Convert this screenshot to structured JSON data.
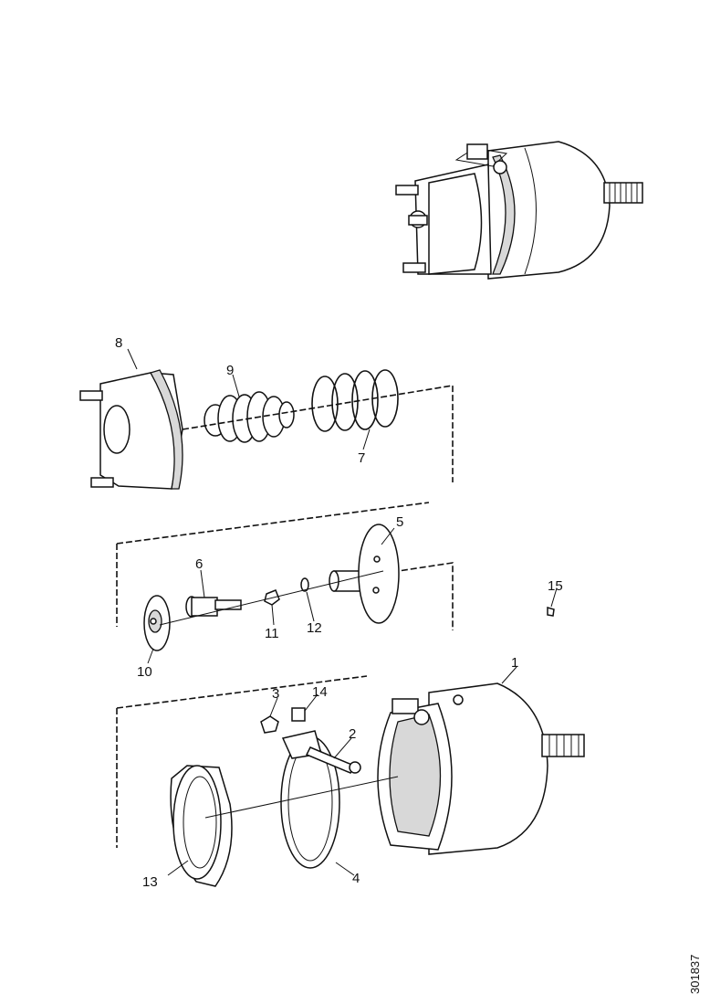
{
  "diagram": {
    "part_labels": [
      {
        "id": "p1",
        "text": "1"
      },
      {
        "id": "p2",
        "text": "2"
      },
      {
        "id": "p3",
        "text": "3"
      },
      {
        "id": "p4",
        "text": "4"
      },
      {
        "id": "p5",
        "text": "5"
      },
      {
        "id": "p6",
        "text": "6"
      },
      {
        "id": "p7",
        "text": "7"
      },
      {
        "id": "p8",
        "text": "8"
      },
      {
        "id": "p9",
        "text": "9"
      },
      {
        "id": "p10",
        "text": "10"
      },
      {
        "id": "p11",
        "text": "11"
      },
      {
        "id": "p12",
        "text": "12"
      },
      {
        "id": "p13",
        "text": "13"
      },
      {
        "id": "p14",
        "text": "14"
      },
      {
        "id": "p15",
        "text": "15"
      }
    ],
    "reference_code": "301837"
  }
}
